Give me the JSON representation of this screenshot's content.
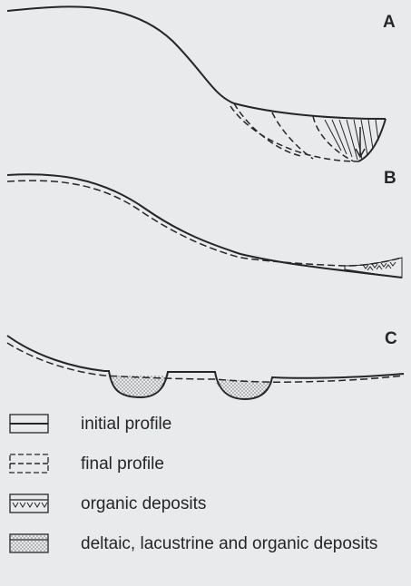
{
  "panels": [
    {
      "id": "A",
      "label": "A"
    },
    {
      "id": "B",
      "label": "B"
    },
    {
      "id": "C",
      "label": "C"
    }
  ],
  "legend": [
    {
      "key": "initial",
      "label": "initial profile"
    },
    {
      "key": "final",
      "label": "final profile"
    },
    {
      "key": "organic",
      "label": "organic deposits"
    },
    {
      "key": "deltaic",
      "label": "deltaic, lacustrine and organic deposits"
    }
  ],
  "colors": {
    "line": "#262626",
    "background": "#e9eaec"
  }
}
